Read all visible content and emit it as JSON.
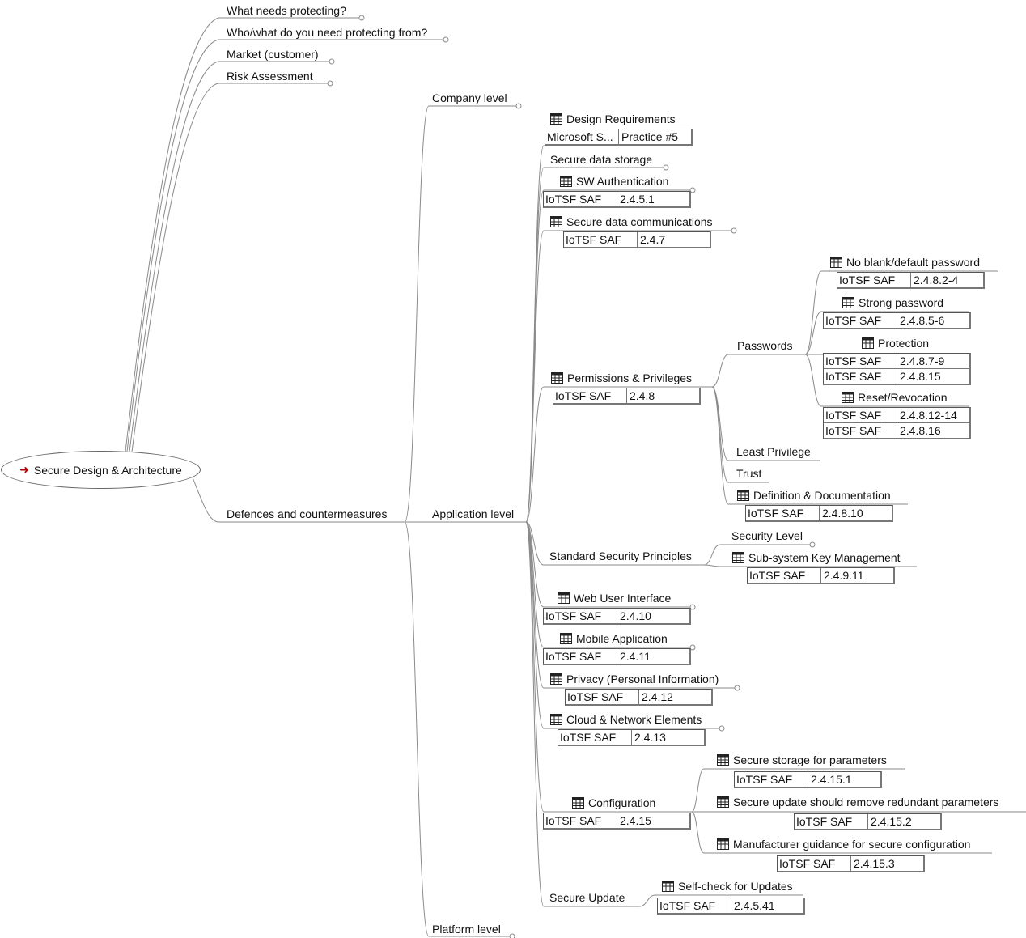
{
  "root": {
    "label": "Secure Design & Architecture",
    "icon": "red-arrow-icon"
  },
  "top_branches": [
    "What needs protecting?",
    "Who/what do you need protecting from?",
    "Market (customer)",
    "Risk Assessment",
    "Defences and countermeasures"
  ],
  "levels": {
    "company": "Company level",
    "application": "Application level",
    "platform": "Platform level"
  },
  "app": {
    "design_requirements": {
      "label": "Design Requirements",
      "ref": "Microsoft S...",
      "val": "Practice #5"
    },
    "secure_data_storage": "Secure data storage",
    "sw_auth": {
      "label": "SW Authentication",
      "ref": "IoTSF SAF",
      "val": "2.4.5.1"
    },
    "secure_comms": {
      "label": "Secure data communications",
      "ref": "IoTSF SAF",
      "val": "2.4.7"
    },
    "permissions": {
      "label": "Permissions & Privileges",
      "ref": "IoTSF SAF",
      "val": "2.4.8"
    },
    "passwords": "Passwords",
    "no_blank": {
      "label": "No blank/default password",
      "ref": "IoTSF SAF",
      "val": "2.4.8.2-4"
    },
    "strong": {
      "label": "Strong password",
      "ref": "IoTSF SAF",
      "val": "2.4.8.5-6"
    },
    "protection": {
      "label": "Protection",
      "rows": [
        {
          "ref": "IoTSF SAF",
          "val": "2.4.8.7-9"
        },
        {
          "ref": "IoTSF SAF",
          "val": "2.4.8.15"
        }
      ]
    },
    "reset": {
      "label": "Reset/Revocation",
      "rows": [
        {
          "ref": "IoTSF SAF",
          "val": "2.4.8.12-14"
        },
        {
          "ref": "IoTSF SAF",
          "val": "2.4.8.16"
        }
      ]
    },
    "least_privilege": "Least Privilege",
    "trust": "Trust",
    "definition": {
      "label": "Definition & Documentation",
      "ref": "IoTSF SAF",
      "val": "2.4.8.10"
    },
    "ssp": "Standard Security Principles",
    "security_level": "Security Level",
    "key_mgmt": {
      "label": "Sub-system Key Management",
      "ref": "IoTSF SAF",
      "val": "2.4.9.11"
    },
    "web_ui": {
      "label": "Web User Interface",
      "ref": "IoTSF SAF",
      "val": "2.4.10"
    },
    "mobile": {
      "label": "Mobile Application",
      "ref": "IoTSF SAF",
      "val": "2.4.11"
    },
    "privacy": {
      "label": "Privacy (Personal Information)",
      "ref": "IoTSF SAF",
      "val": "2.4.12"
    },
    "cloud": {
      "label": "Cloud & Network Elements",
      "ref": "IoTSF SAF",
      "val": "2.4.13"
    },
    "configuration": {
      "label": "Configuration",
      "ref": "IoTSF SAF",
      "val": "2.4.15"
    },
    "storage_params": {
      "label": "Secure storage for parameters",
      "ref": "IoTSF SAF",
      "val": "2.4.15.1"
    },
    "remove_redundant": {
      "label": "Secure update should remove redundant parameters",
      "ref": "IoTSF SAF",
      "val": "2.4.15.2"
    },
    "guidance": {
      "label": "Manufacturer guidance for secure configuration",
      "ref": "IoTSF SAF",
      "val": "2.4.15.3"
    },
    "secure_update": "Secure Update",
    "self_check": {
      "label": "Self-check for Updates",
      "ref": "IoTSF SAF",
      "val": "2.4.5.41"
    }
  },
  "colors": {
    "line": "#888888",
    "arrow": "#c00000"
  },
  "icons": {
    "table": "table-icon",
    "collapse": "collapse-circle-icon"
  }
}
